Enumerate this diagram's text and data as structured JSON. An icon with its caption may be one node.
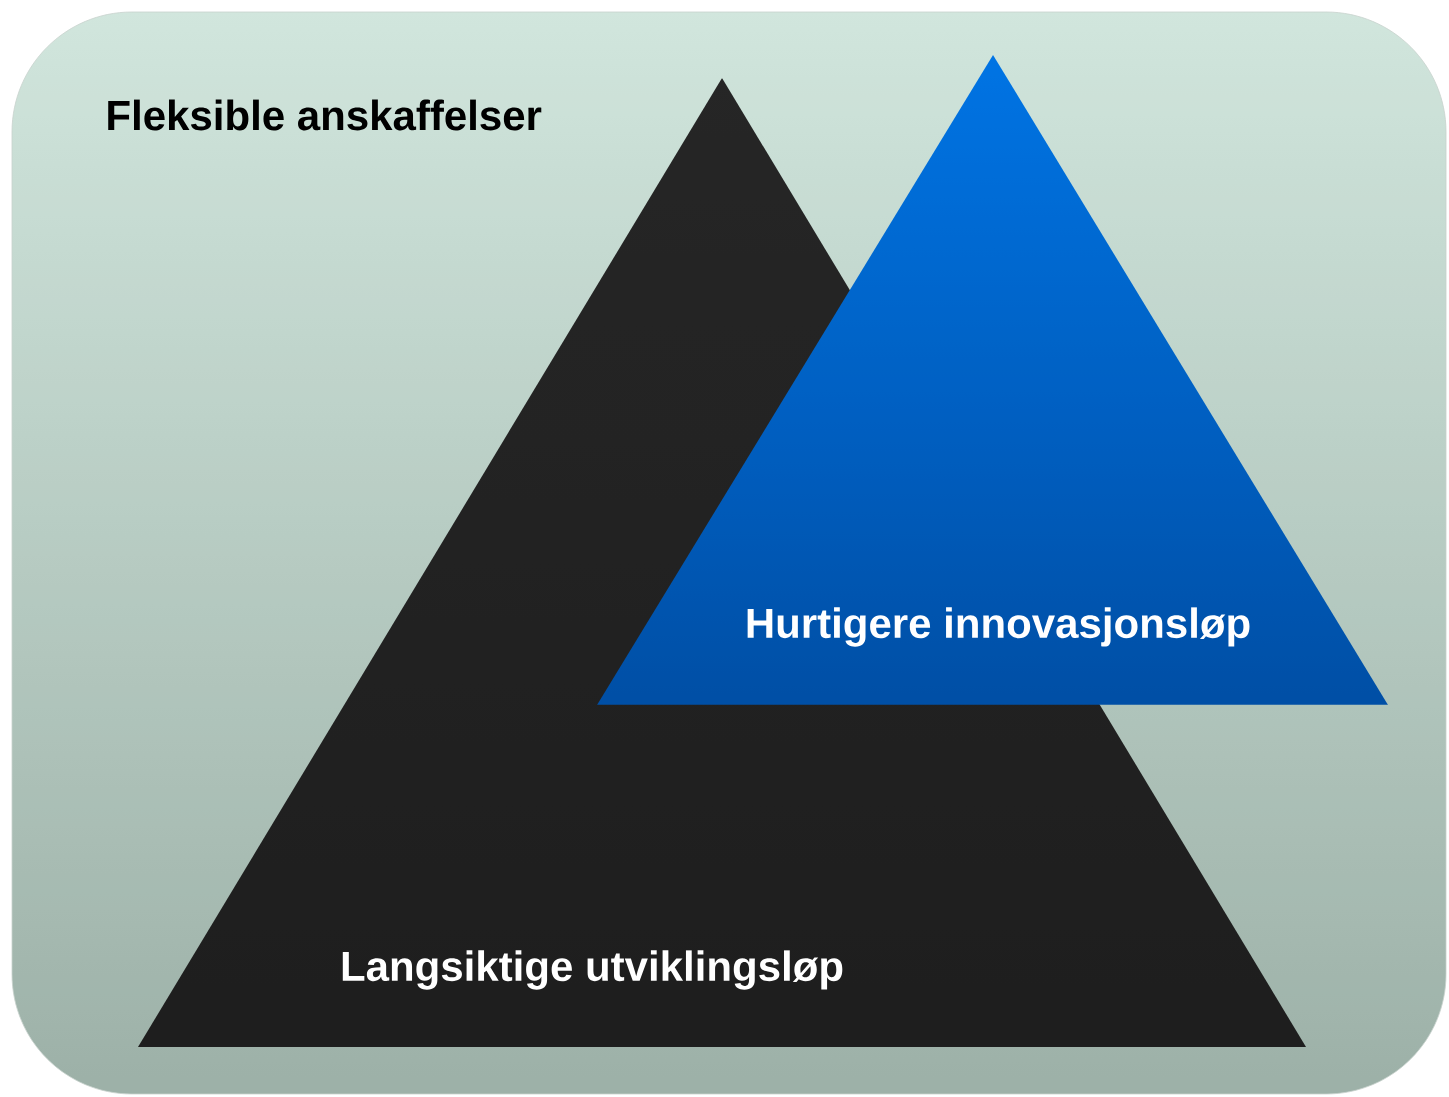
{
  "diagram": {
    "nodes": [
      {
        "text": [
          "Fleksible anskaffelser"
        ]
      },
      {
        "text": [
          "Langsiktige utviklingsløp"
        ],
        "in": 0
      },
      {
        "text": [
          "Hurtigere innovasjonsløp"
        ],
        "in": 0
      }
    ]
  }
}
